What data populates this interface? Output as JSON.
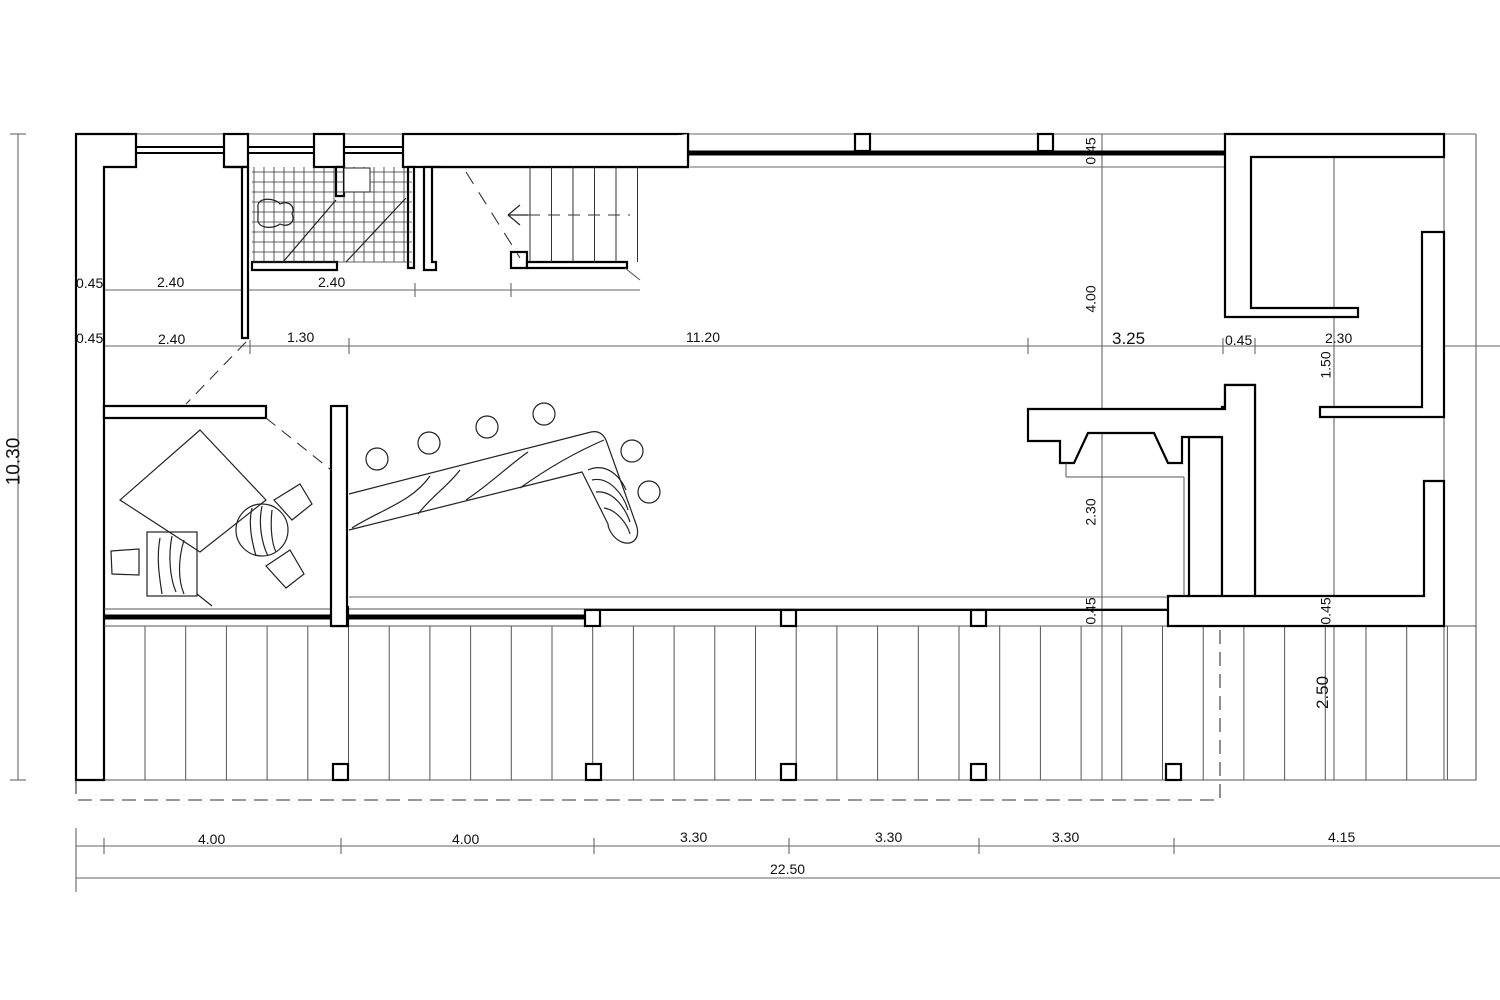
{
  "drawing": {
    "type": "architectural floor plan",
    "colors": {
      "line": "#000000",
      "dimension_line": "#666666",
      "background": "#ffffff"
    }
  },
  "dimensions": {
    "overall_height": "10.30",
    "overall_width": "22.50",
    "bottom_segments": [
      "4.00",
      "4.00",
      "3.30",
      "3.30",
      "3.30",
      "4.15"
    ],
    "row1": {
      "wall_left": "0.45",
      "room_a": "2.40",
      "room_b": "2.40"
    },
    "row2": {
      "wall_left": "0.45",
      "room_a": "2.40",
      "corridor": "1.30",
      "main_hall": "11.20",
      "right_a": "3.25",
      "right_wall": "0.45",
      "right_b": "2.30"
    },
    "vertical": {
      "top_wall": "0.45",
      "upper_zone": "4.00",
      "right_gap": "1.50",
      "lower_zone": "2.30",
      "front_wall": "0.45",
      "front_wall_right": "0.45",
      "terrace": "2.50"
    }
  },
  "elements": {
    "bathroom": "tiled bathroom with bathtub",
    "stair": "straight staircase with direction arrow",
    "office": "desk, round table, chairs",
    "bar": "angled counter with stools",
    "kitchen": "kitchen counter block",
    "terrace": "timber-decked terrace with columns"
  }
}
